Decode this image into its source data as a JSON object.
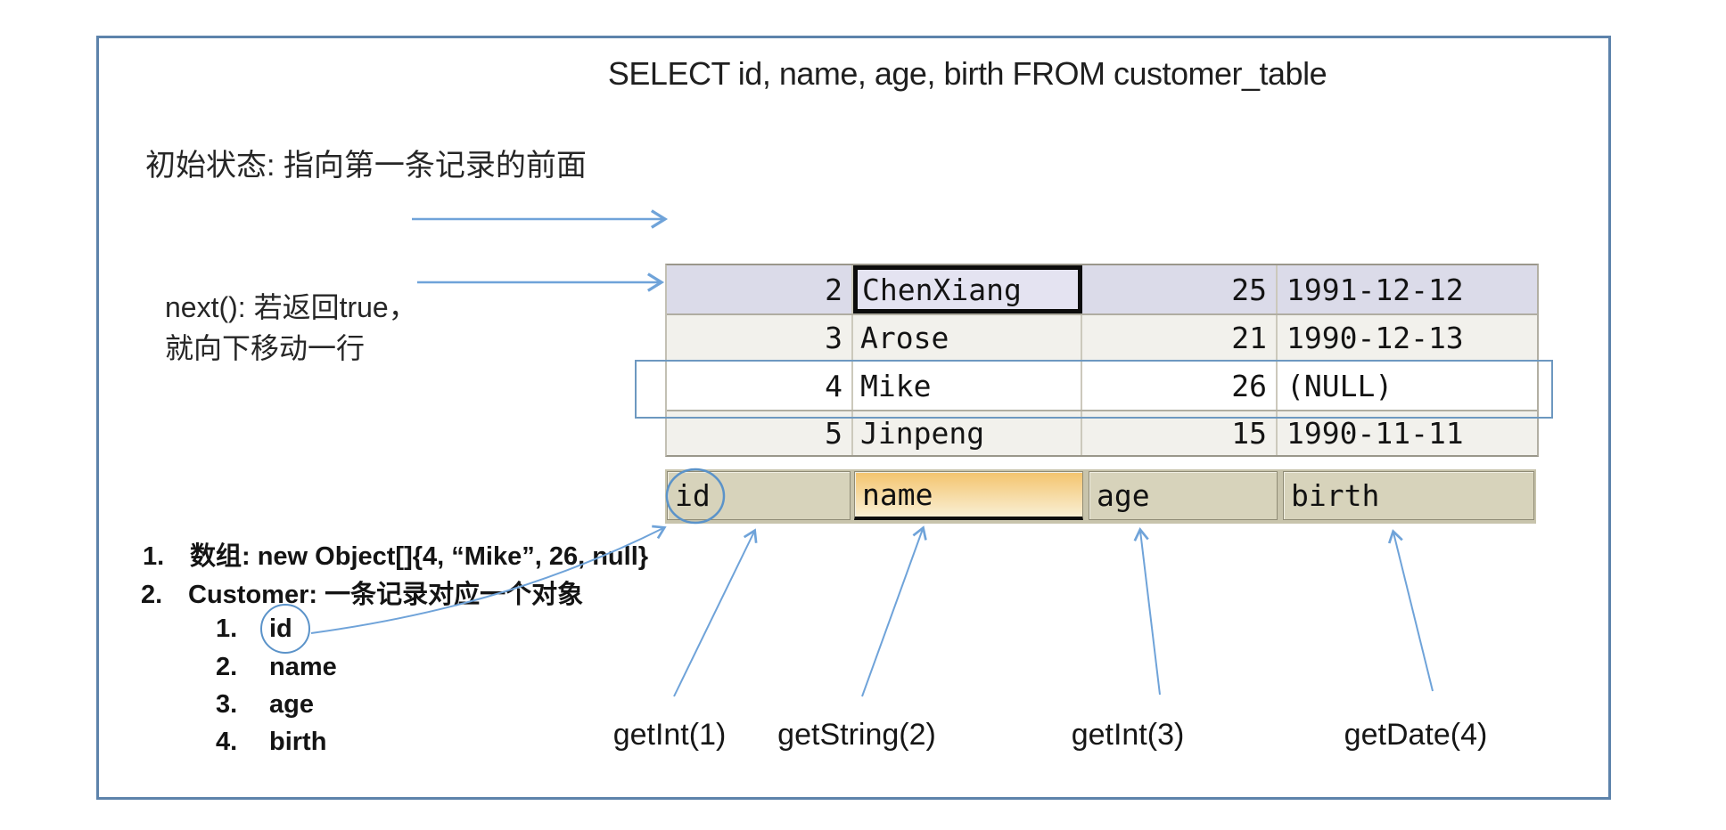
{
  "diagram": {
    "title": "SELECT id, name, age, birth FROM customer_table",
    "annotations": {
      "initial_state": "初始状态: 指向第一条记录的前面",
      "next_behavior": "next(): 若返回true，\n就向下移动一行"
    },
    "table": {
      "headers": {
        "id": "id",
        "name": "name",
        "age": "age",
        "birth": "birth"
      },
      "rows": [
        [
          "2",
          "ChenXiang",
          "25",
          "1991-12-12"
        ],
        [
          "3",
          "Arose",
          "21",
          "1990-12-13"
        ],
        [
          "4",
          "Mike",
          "26",
          "(NULL)"
        ],
        [
          "5",
          "Jinpeng",
          "15",
          "1990-11-11"
        ]
      ],
      "selected_cell": "ChenXiang",
      "boxed_row": [
        "4",
        "Mike",
        "26",
        "(NULL)"
      ]
    },
    "notes": [
      {
        "num": "1.",
        "text": "数组: new Object[]{4, “Mike”, 26, null}"
      },
      {
        "num": "2.",
        "text": "Customer: 一条记录对应一个对象"
      }
    ],
    "fields": [
      {
        "num": "1.",
        "label": "id"
      },
      {
        "num": "2.",
        "label": "name"
      },
      {
        "num": "3.",
        "label": "age"
      },
      {
        "num": "4.",
        "label": "birth"
      }
    ],
    "getters": [
      "getInt(1)",
      "getString(2)",
      "getInt(3)",
      "getDate(4)"
    ],
    "colors": {
      "frame_border": "#5d83ab",
      "arrow_blue": "#6fa3d9",
      "row_highlight": "#dbdbe9",
      "row_alt": "#f2f1ec",
      "header_khaki": "#d7d3bb",
      "name_header_gradient_top": "#f4c46d",
      "name_header_gradient_bottom": "#f9efd4",
      "selection_border": "#0c0c0c"
    }
  }
}
